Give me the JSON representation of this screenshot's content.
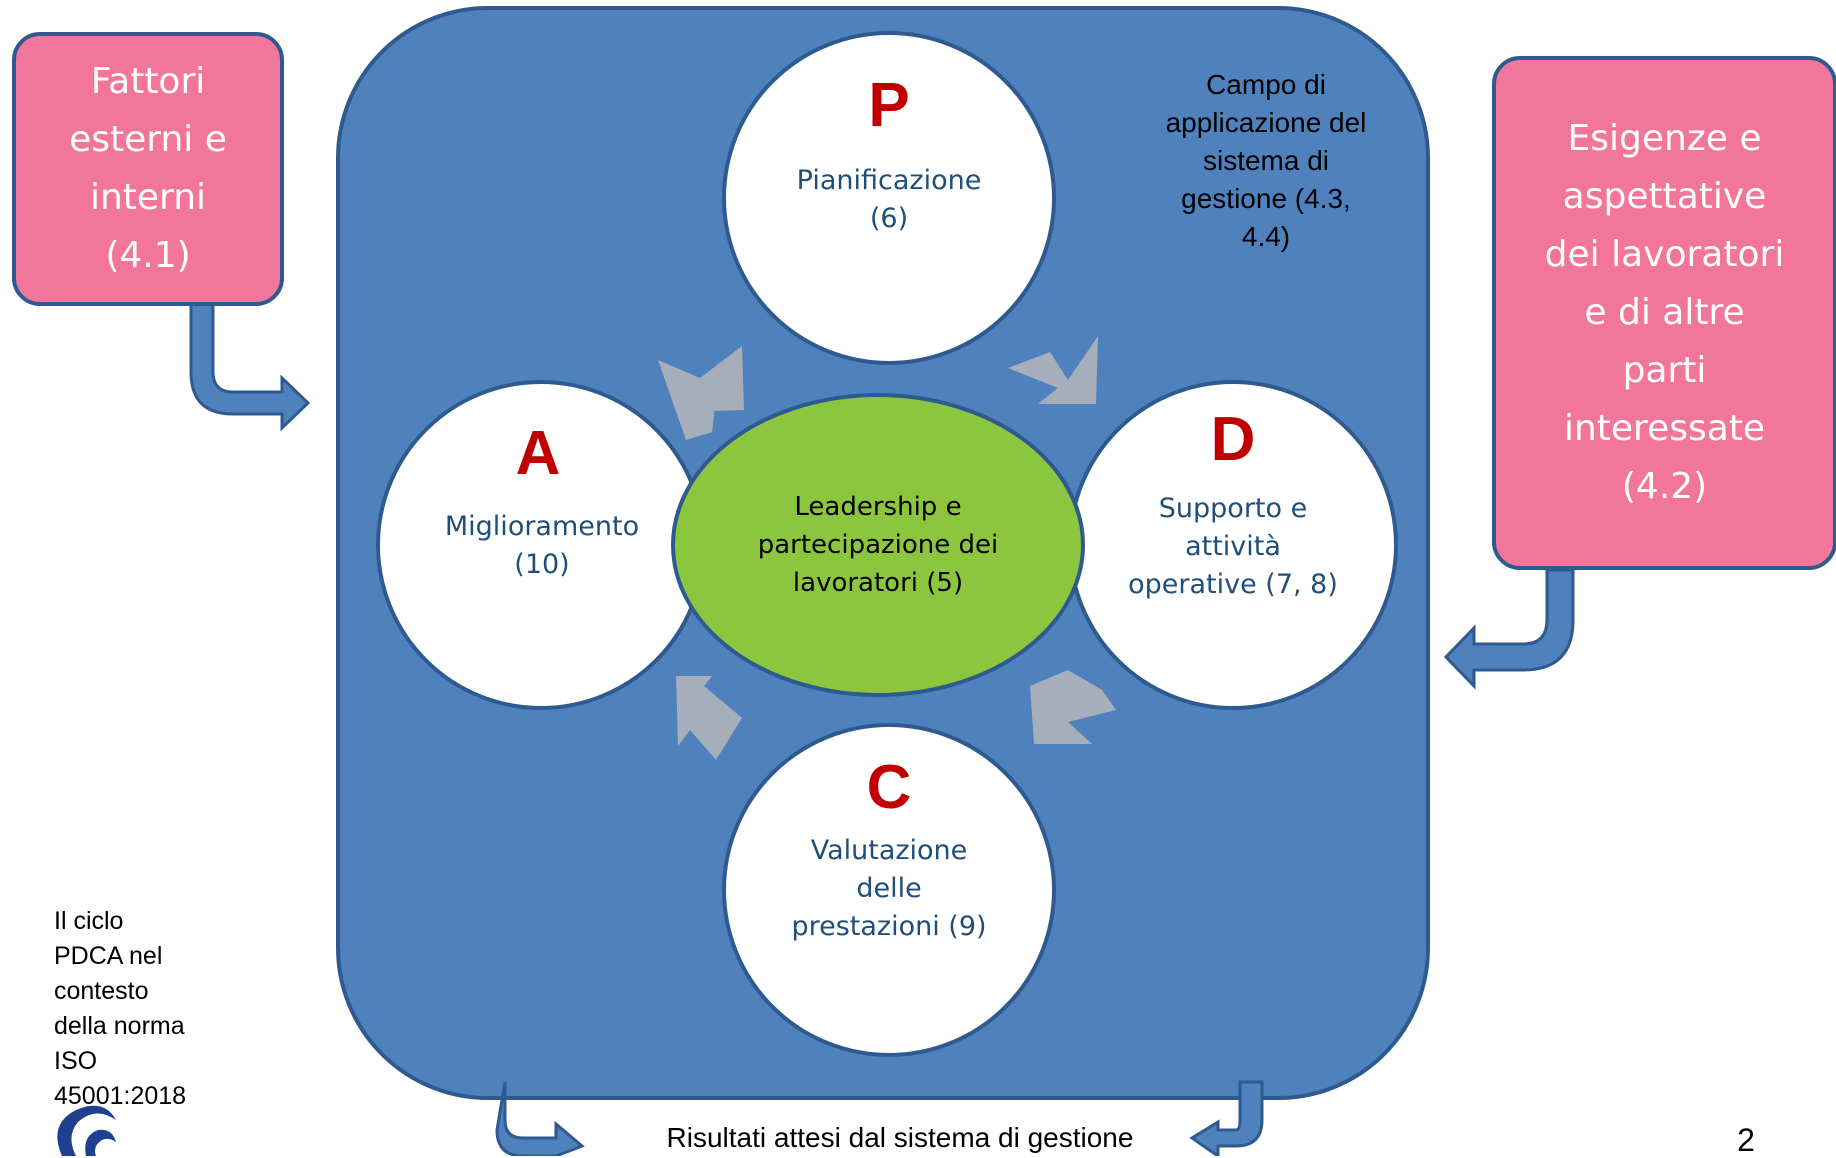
{
  "left_box": {
    "text": "Fattori\nesterni e\ninterni\n(4.1)"
  },
  "right_box": {
    "text": "Esigenze e\naspettative\ndei lavoratori\ne di altre\nparti\ninteressate\n(4.2)"
  },
  "scope_label": "Campo di\napplicazione del\nsistema di\ngestione (4.3,\n4.4)",
  "center": {
    "text": "Leadership e\npartecipazione dei\nlavoratori (5)"
  },
  "plan": {
    "letter": "P",
    "text": "Pianificazione\n(6)"
  },
  "do": {
    "letter": "D",
    "text": "Supporto e\nattività\noperative (7, 8)"
  },
  "check": {
    "letter": "C",
    "text": "Valutazione\ndelle\nprestazioni (9)"
  },
  "act": {
    "letter": "A",
    "text": "Miglioramento\n(10)"
  },
  "caption": "Il ciclo\nPDCA nel\ncontesto\ndella norma\nISO\n45001:2018",
  "results_label": "Risultati attesi dal sistema di gestione",
  "page_number": "2",
  "colors": {
    "panel": "#4f81bd",
    "panel_border": "#2e5a8f",
    "pink": "#f2769c",
    "center_fill": "#8cc63f",
    "letter_red": "#c00000",
    "circle_text": "#1f4e79",
    "cycle_arrow": "#a6aebb"
  }
}
